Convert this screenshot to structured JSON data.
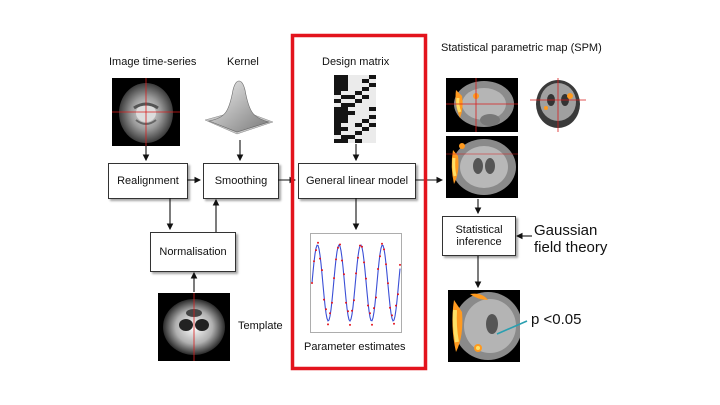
{
  "labels": {
    "image_time_series": "Image time-series",
    "kernel": "Kernel",
    "design_matrix": "Design matrix",
    "spm": "Statistical parametric map (SPM)",
    "template": "Template",
    "parameter_estimates": "Parameter estimates",
    "gaussian_field_theory": "Gaussian\nfield theory",
    "p_value": "p <0.05"
  },
  "boxes": {
    "realignment": "Realignment",
    "smoothing": "Smoothing",
    "normalisation": "Normalisation",
    "glm": "General linear model",
    "statistical_inference": "Statistical\ninference"
  },
  "colors": {
    "highlight": "#e3141d",
    "activation": "#ff9a1f",
    "activation_core": "#ffe066",
    "crosshair": "#d81d1d",
    "pointer": "#2a9fb0"
  }
}
